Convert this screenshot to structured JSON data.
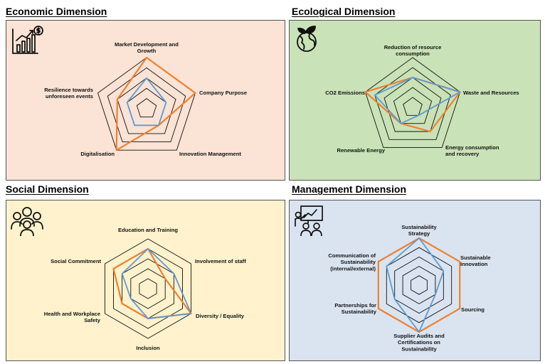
{
  "panels": {
    "economic": {
      "title": "Economic Dimension",
      "bg": "#fbe3d5",
      "icon": "growth-chart-dollar-icon"
    },
    "ecological": {
      "title": "Ecological Dimension",
      "bg": "#c9e2b7",
      "icon": "leaf-globe-icon"
    },
    "social": {
      "title": "Social Dimension",
      "bg": "#fff2cc",
      "icon": "people-group-icon"
    },
    "management": {
      "title": "Management Dimension",
      "bg": "#dae4f0",
      "icon": "presentation-board-icon"
    }
  },
  "colors": {
    "series_a": "#ef8030",
    "series_b": "#5b9bd5",
    "grid": "#111111"
  },
  "chart_data": [
    {
      "type": "radar",
      "title": "Economic Dimension",
      "categories": [
        "Market Development and Growth",
        "Company Purpose",
        "Innovation Management",
        "Digitalisation",
        "Resilience towards unforeseen events"
      ],
      "rmax": 5,
      "series": [
        {
          "color": "#ef8030",
          "values": [
            5,
            5,
            2,
            5,
            3
          ]
        },
        {
          "color": "#5b9bd5",
          "values": [
            3,
            2,
            2,
            2,
            2
          ]
        }
      ]
    },
    {
      "type": "radar",
      "title": "Ecological Dimension",
      "categories": [
        "Reduction of resource consumption",
        "Waste and Resources",
        "Energy consumption and recovery",
        "Renewable Energy",
        "CO2 Emissions"
      ],
      "rmax": 5,
      "series": [
        {
          "color": "#ef8030",
          "values": [
            3,
            5,
            3,
            2,
            5
          ]
        },
        {
          "color": "#5b9bd5",
          "values": [
            3,
            5,
            1,
            2,
            4
          ]
        }
      ]
    },
    {
      "type": "radar",
      "title": "Social Dimension",
      "categories": [
        "Education and Training",
        "Involvement of staff",
        "Diversity / Equality",
        "Inclusion",
        "Health and Workplace Safety",
        "Social Commitment"
      ],
      "rmax": 5,
      "series": [
        {
          "color": "#ef8030",
          "values": [
            4,
            2,
            5,
            3,
            3,
            4
          ]
        },
        {
          "color": "#5b9bd5",
          "values": [
            4,
            3,
            5,
            3,
            2,
            3
          ]
        }
      ]
    },
    {
      "type": "radar",
      "title": "Management Dimension",
      "categories": [
        "Sustainability Strategy",
        "Sustainable Innovation",
        "Sourcing",
        "Supplier Audits and Certifications on Sustainability",
        "Partnerships for Sustainability",
        "Communication of Sustainability (internal/external)"
      ],
      "rmax": 5,
      "series": [
        {
          "color": "#ef8030",
          "values": [
            5,
            5,
            5,
            5,
            5,
            5
          ]
        },
        {
          "color": "#5b9bd5",
          "values": [
            5,
            3,
            2,
            5,
            3,
            4
          ]
        }
      ]
    }
  ]
}
